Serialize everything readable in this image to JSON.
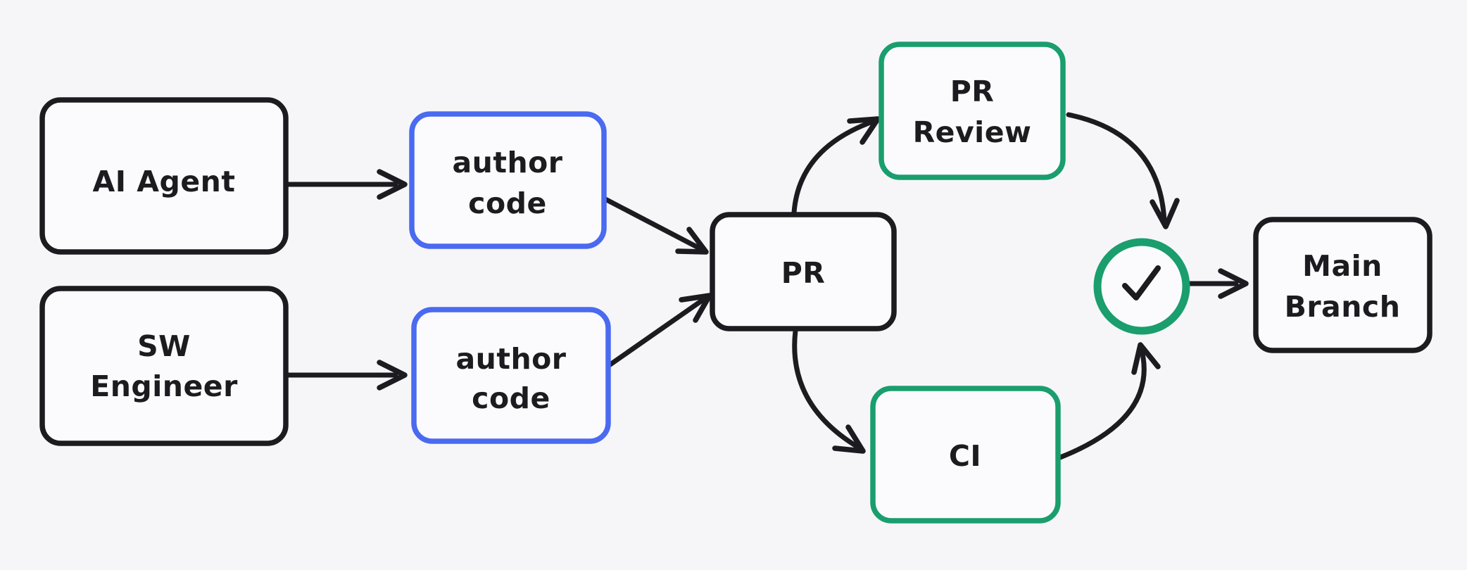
{
  "diagram": {
    "background_color": "#f6f6f9",
    "node_fill_color": "#fbfbfd",
    "colors": {
      "black_stroke": "#1b1b20",
      "blue_stroke": "#4a6af0",
      "green_stroke": "#1a9e6d"
    },
    "nodes": {
      "ai_agent": {
        "label": "AI Agent",
        "border_color": "#1b1b20"
      },
      "sw_engineer": {
        "line1": "SW",
        "line2": "Engineer",
        "border_color": "#1b1b20"
      },
      "author_code_top": {
        "line1": "author",
        "line2": "code",
        "border_color": "#4a6af0"
      },
      "author_code_bottom": {
        "line1": "author",
        "line2": "code",
        "border_color": "#4a6af0"
      },
      "pr": {
        "label": "PR",
        "border_color": "#1b1b20"
      },
      "pr_review": {
        "line1": "PR",
        "line2": "Review",
        "border_color": "#1a9e6d"
      },
      "ci": {
        "label": "CI",
        "border_color": "#1a9e6d"
      },
      "approval_check": {
        "icon": "checkmark",
        "border_color": "#1a9e6d"
      },
      "main_branch": {
        "line1": "Main",
        "line2": "Branch",
        "border_color": "#1b1b20"
      }
    },
    "edges": [
      {
        "from": "AI Agent",
        "to": "author code (top)"
      },
      {
        "from": "SW Engineer",
        "to": "author code (bottom)"
      },
      {
        "from": "author code (top)",
        "to": "PR"
      },
      {
        "from": "author code (bottom)",
        "to": "PR"
      },
      {
        "from": "PR",
        "to": "PR Review"
      },
      {
        "from": "PR",
        "to": "CI"
      },
      {
        "from": "PR Review",
        "to": "approval check"
      },
      {
        "from": "CI",
        "to": "approval check"
      },
      {
        "from": "approval check",
        "to": "Main Branch"
      }
    ]
  }
}
